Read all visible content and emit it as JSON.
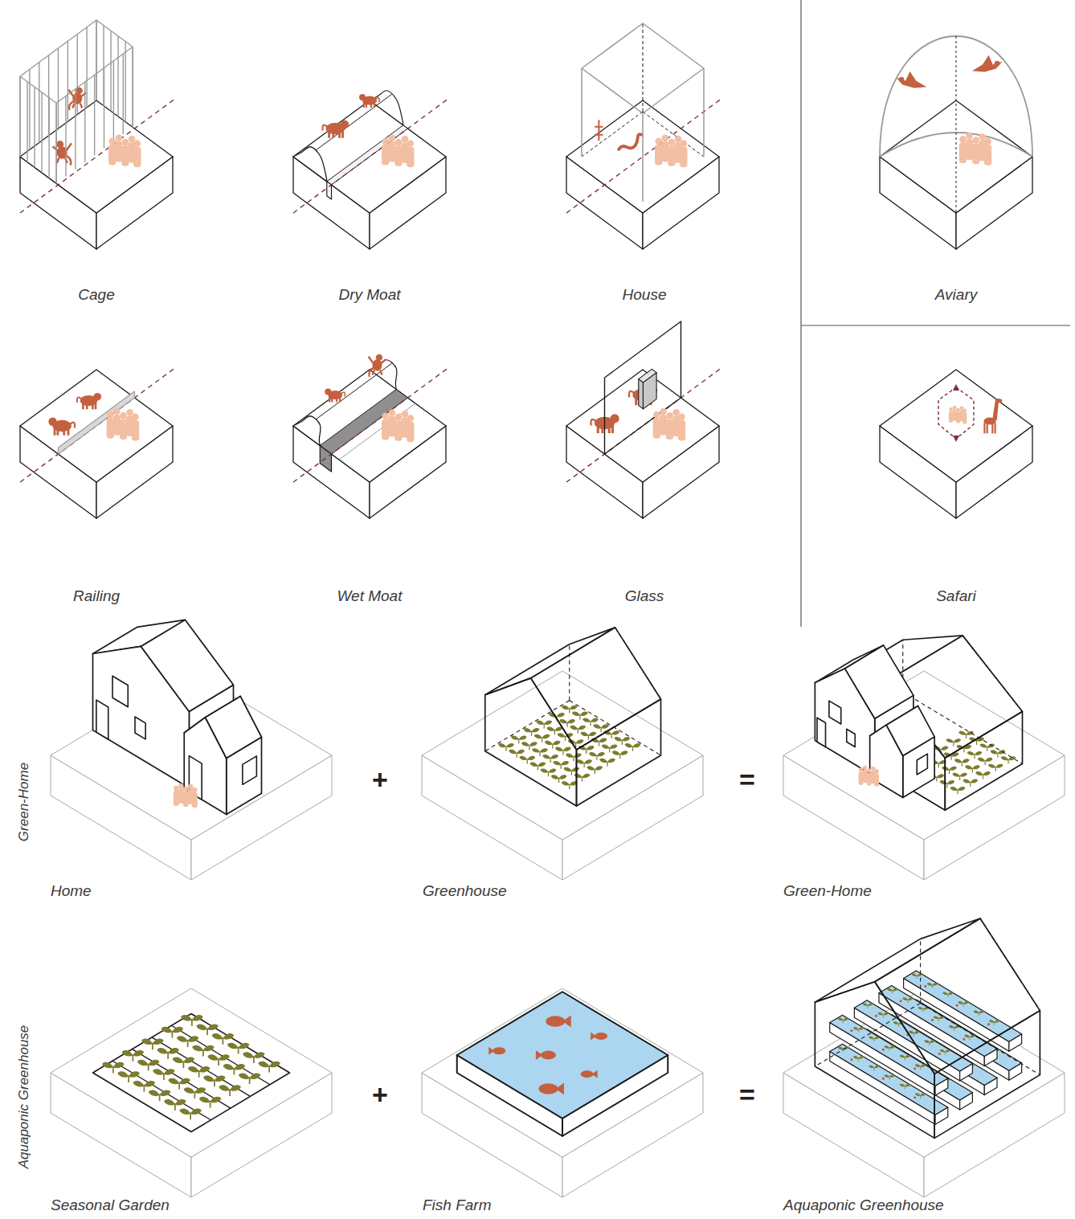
{
  "diagram": {
    "labels": [
      "Cage",
      "Dry Moat",
      "House",
      "Aviary",
      "Railing",
      "Wet Moat",
      "Glass",
      "Safari",
      "Green-Home",
      "+",
      "=",
      "Home",
      "Greenhouse",
      "Green-Home",
      "Aquaponic Greenhouse",
      "+",
      "=",
      "Seasonal Garden",
      "Fish Farm",
      "Aquaponic Greenhouse"
    ]
  }
}
